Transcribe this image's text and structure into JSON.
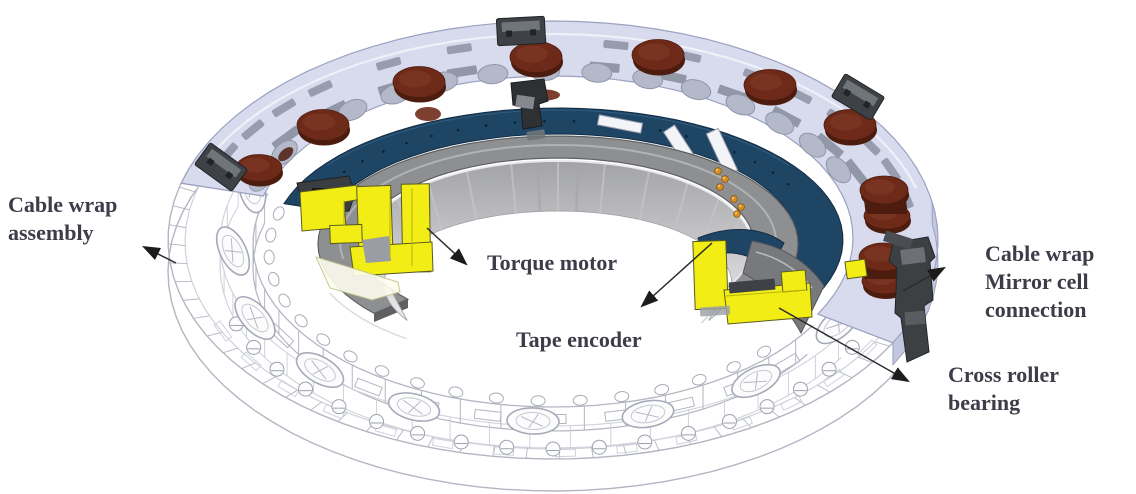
{
  "labels": {
    "cable_wrap_assembly": "Cable wrap\nassembly",
    "torque_motor": "Torque motor",
    "tape_encoder": "Tape encoder",
    "cable_wrap_mirror_cell": "Cable wrap\nMirror cell\nconnection",
    "cross_roller_bearing": "Cross roller\nbearing"
  },
  "icons": {
    "callout_arrowhead": "filled-triangle-arrowhead"
  },
  "colors": {
    "text": "#3d3d49",
    "arrow": "#2b2b2b",
    "lavender": "#d8dbee",
    "lavender_edge": "#9ba1bf",
    "lavender_side": "#c2c7df",
    "slot_gray": "#979caf",
    "pad_gray": "#8e93a3",
    "hole_fill": "#b4b9ca",
    "hole_edge": "#8f95a9",
    "navy": "#1f4565",
    "navy_dark": "#122c44",
    "navy_highlight": "#39678c",
    "gray_ring": "#8e8f91",
    "gray_edge": "#5e6062",
    "maroon": "#6e2a19",
    "maroon_dark": "#4c1c0e",
    "maroon_highlight": "#84402b",
    "yellow": "#f2ee15",
    "yellow_dark": "#b8b40e",
    "yellow_stroke": "#5a5a20",
    "block": "#3e4246",
    "block_light": "#767b80",
    "block_dark": "#202327",
    "wire": "#b3b6c2",
    "wire_light": "#cfd2db",
    "white_part": "#f3f4f8",
    "orange": "#d8901f",
    "orange_dark": "#8a5410",
    "background": "#ffffff"
  }
}
